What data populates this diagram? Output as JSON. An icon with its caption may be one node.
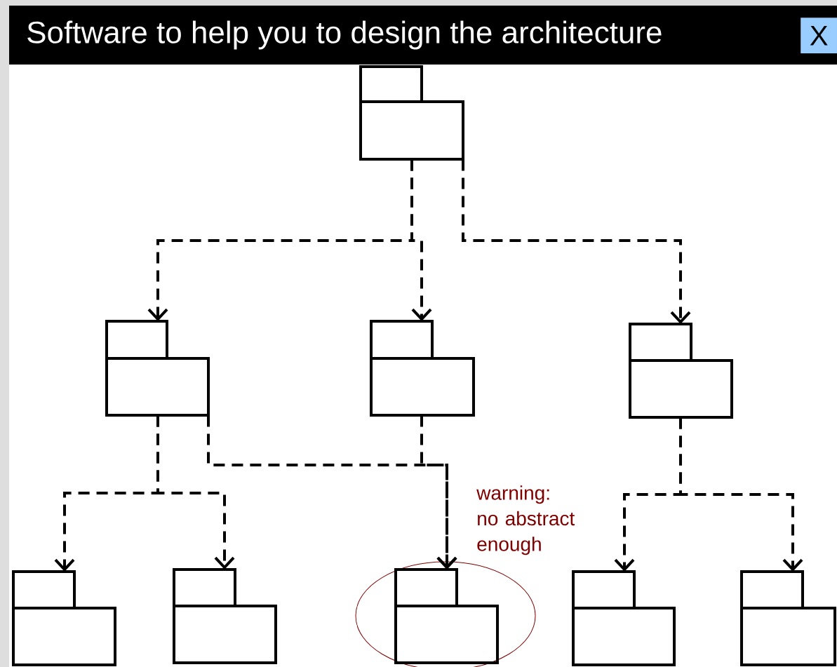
{
  "diagram": {
    "title": "Software to help you to design the architecture",
    "nodes": [
      {
        "text": [],
        "shape": "folder"
      },
      {
        "text": [],
        "shape": "folder"
      },
      {
        "text": [],
        "shape": "folder"
      },
      {
        "text": [],
        "shape": "folder"
      },
      {
        "text": [],
        "shape": "folder"
      },
      {
        "text": [],
        "shape": "folder"
      },
      {
        "text": [],
        "shape": "folder"
      },
      {
        "text": [],
        "shape": "folder"
      },
      {
        "text": [],
        "shape": "folder"
      }
    ],
    "edges": [
      {
        "from": 0,
        "to": 1,
        "arrow": "to",
        "style": "dashed"
      },
      {
        "from": 0,
        "to": 2,
        "arrow": "to",
        "style": "dashed"
      },
      {
        "from": 0,
        "to": 3,
        "arrow": "to",
        "style": "dashed"
      },
      {
        "from": 1,
        "to": 4,
        "arrow": "to",
        "style": "dashed"
      },
      {
        "from": 1,
        "to": 5,
        "arrow": "to",
        "style": "dashed"
      },
      {
        "from": 1,
        "to": 6,
        "arrow": "to",
        "style": "dashed"
      },
      {
        "from": 2,
        "to": 6,
        "arrow": "to",
        "style": "dashed"
      },
      {
        "from": 3,
        "to": 7,
        "arrow": "to",
        "style": "dashed"
      },
      {
        "from": 3,
        "to": 8,
        "arrow": "to",
        "style": "dashed"
      }
    ],
    "labels": [
      "X",
      "warning: no abstract enough"
    ]
  }
}
